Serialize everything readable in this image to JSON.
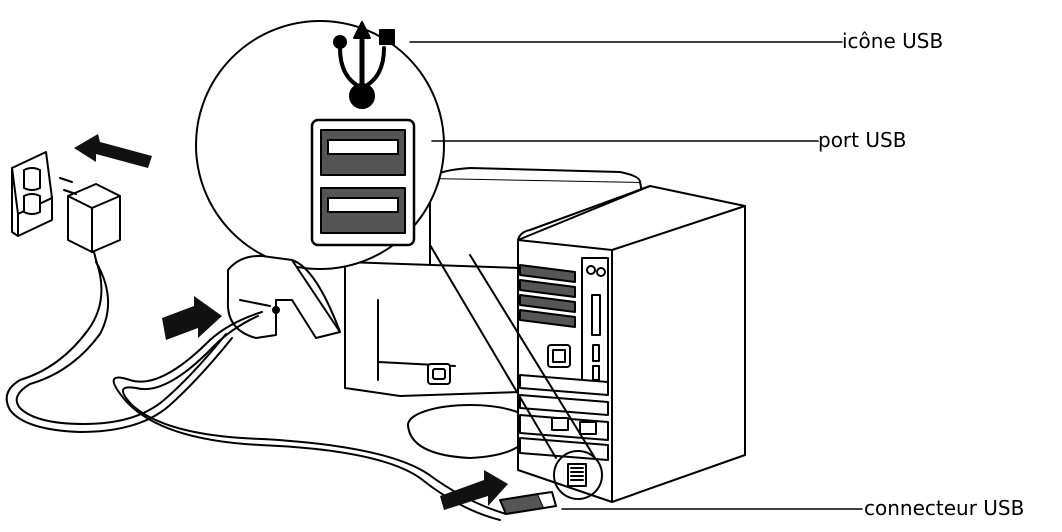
{
  "labels": {
    "usb_icon": "icône USB",
    "usb_port": "port USB",
    "usb_connector": "connecteur USB"
  },
  "colors": {
    "line": "#000000",
    "fill": "#ffffff",
    "arrow": "#111111",
    "shade": "#2b2b2b"
  },
  "icons": [
    "usb-trident-icon",
    "arrow-icon",
    "power-outlet",
    "power-adapter",
    "cradle",
    "monitor",
    "computer-tower",
    "usb-plug"
  ]
}
